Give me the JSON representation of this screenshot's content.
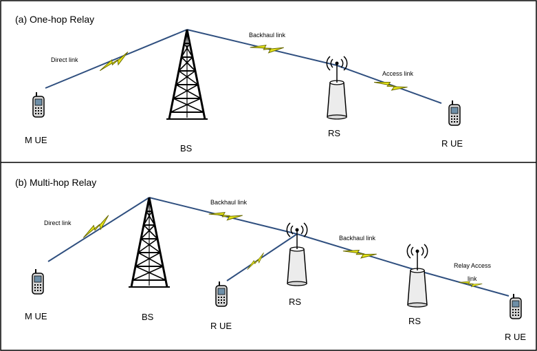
{
  "panels": {
    "top": {
      "title": "(a) One-hop Relay",
      "labels": {
        "muE": "M UE",
        "bs": "BS",
        "rs": "RS",
        "ruE": "R UE",
        "direct_link": "Direct link",
        "backhaul": "Backhaul link",
        "access_link": "Access link"
      }
    },
    "bottom": {
      "title": "(b) Multi-hop Relay",
      "labels": {
        "muE": "M UE",
        "bs": "BS",
        "rs1": "RS",
        "rs2": "RS",
        "ruE1": "R UE",
        "ruE2": "R UE",
        "direct_link": "Direct link",
        "backhaul1": "Backhaul link",
        "backhaul2": "Backhaul link",
        "access_link_1": "Relay Access",
        "access_link_2": "link"
      }
    }
  },
  "colors": {
    "link_line": "#2f4f7f",
    "wireless_bolt": "#e6e61a",
    "bolt_stroke": "#6b6b00",
    "frame": "#000000"
  },
  "icons": [
    "bs-tower-icon",
    "rs-antenna-icon",
    "phone-icon",
    "signal-waves-icon"
  ]
}
